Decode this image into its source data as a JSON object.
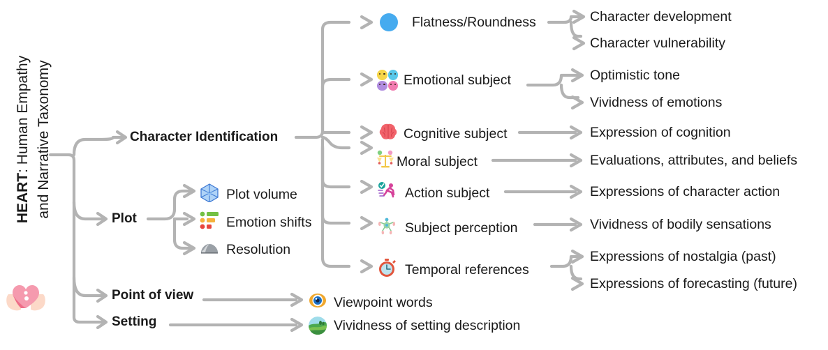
{
  "root": {
    "title_line1": "HEART",
    "title_rest": ": Human Empathy",
    "title_line2": "and Narrative Taxonomy",
    "icon": "heart-in-hands-icon"
  },
  "colors": {
    "connector": "#b3b3b3",
    "text": "#1a1a1a",
    "flatness_circle": "#46ABEF",
    "brain": "#F1636B",
    "scale": "#F2C84B",
    "runner": "#D6429A",
    "stopwatch": "#E2553C",
    "cube": "#6FA8F0",
    "eye": "#F0A72C",
    "landscape": "#53B35A"
  },
  "branches": [
    {
      "id": "character-identification",
      "label": "Character Identification",
      "children": [
        {
          "id": "flatness-roundness",
          "label": "Flatness/Roundness",
          "icon": "blue-circle-icon",
          "children": [
            {
              "id": "character-development",
              "label": "Character development"
            },
            {
              "id": "character-vulnerability",
              "label": "Character vulnerability"
            }
          ]
        },
        {
          "id": "emotional-subject",
          "label": "Emotional subject",
          "icon": "emoji-faces-icon",
          "children": [
            {
              "id": "optimistic-tone",
              "label": "Optimistic tone"
            },
            {
              "id": "vividness-of-emotions",
              "label": "Vividness of emotions"
            }
          ]
        },
        {
          "id": "cognitive-subject",
          "label": "Cognitive subject",
          "icon": "brain-icon",
          "children": [
            {
              "id": "expression-of-cognition",
              "label": "Expression of cognition"
            }
          ]
        },
        {
          "id": "moral-subject",
          "label": "Moral subject",
          "icon": "balance-scale-icon",
          "children": [
            {
              "id": "evaluations-attributes-beliefs",
              "label": "Evaluations, attributes, and beliefs"
            }
          ]
        },
        {
          "id": "action-subject",
          "label": "Action subject",
          "icon": "running-person-icon",
          "children": [
            {
              "id": "expressions-of-character-action",
              "label": "Expressions of character action"
            }
          ]
        },
        {
          "id": "subject-perception",
          "label": "Subject perception",
          "icon": "perception-nerve-icon",
          "children": [
            {
              "id": "vividness-of-bodily-sensations",
              "label": "Vividness of bodily sensations"
            }
          ]
        },
        {
          "id": "temporal-references",
          "label": "Temporal references",
          "icon": "stopwatch-icon",
          "children": [
            {
              "id": "expressions-of-nostalgia",
              "label": "Expressions of nostalgia (past)"
            },
            {
              "id": "expressions-of-forecasting",
              "label": "Expressions of forecasting (future)"
            }
          ]
        }
      ]
    },
    {
      "id": "plot",
      "label": "Plot",
      "children": [
        {
          "id": "plot-volume",
          "label": "Plot volume",
          "icon": "cube-icon",
          "children": []
        },
        {
          "id": "emotion-shifts",
          "label": "Emotion shifts",
          "icon": "bar-chart-icon",
          "children": []
        },
        {
          "id": "resolution",
          "label": "Resolution",
          "icon": "rock-icon",
          "children": []
        }
      ]
    },
    {
      "id": "point-of-view",
      "label": "Point of view",
      "children": [
        {
          "id": "viewpoint-words",
          "label": "Viewpoint words",
          "icon": "eye-icon",
          "children": []
        }
      ]
    },
    {
      "id": "setting",
      "label": "Setting",
      "children": [
        {
          "id": "vividness-of-setting-description",
          "label": "Vividness of setting description",
          "icon": "landscape-icon",
          "children": []
        }
      ]
    }
  ]
}
